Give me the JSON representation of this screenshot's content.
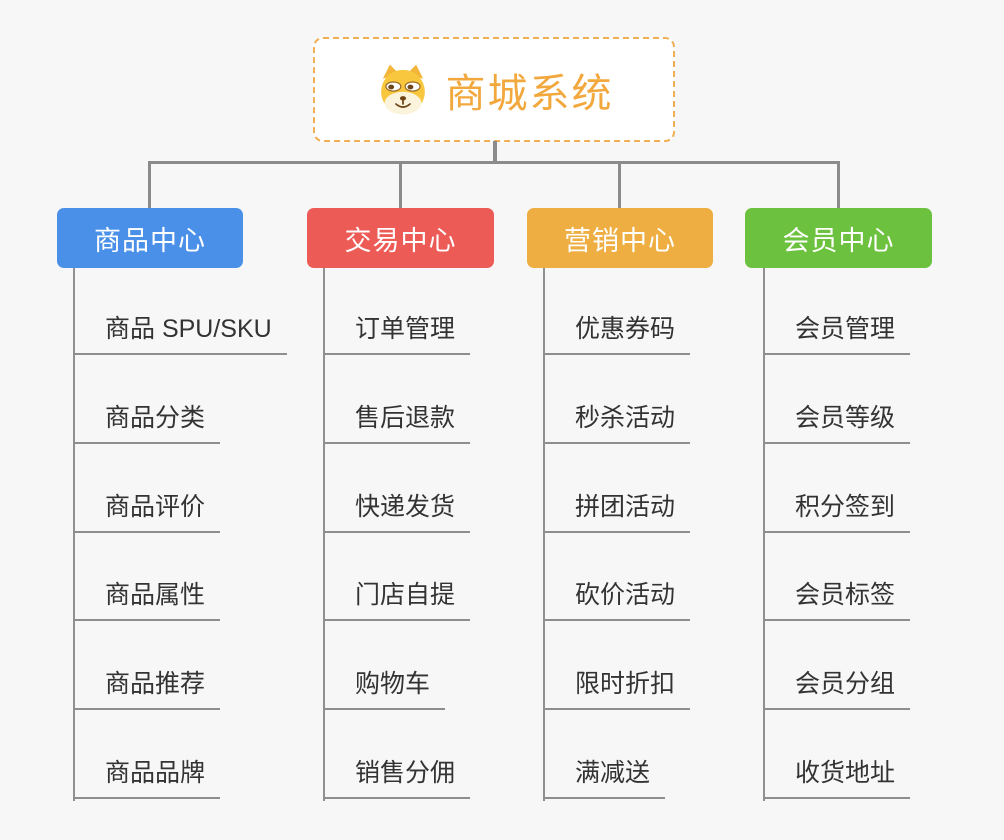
{
  "root": {
    "label": "商城系统",
    "icon": "dog-face-icon",
    "accent_color": "#F2A83C",
    "border_color": "#F0AE55"
  },
  "branches": [
    {
      "label": "商品中心",
      "color": "#4A90E8",
      "children": [
        "商品 SPU/SKU",
        "商品分类",
        "商品评价",
        "商品属性",
        "商品推荐",
        "商品品牌"
      ]
    },
    {
      "label": "交易中心",
      "color": "#EC5B56",
      "children": [
        "订单管理",
        "售后退款",
        "快递发货",
        "门店自提",
        "购物车",
        "销售分佣"
      ]
    },
    {
      "label": "营销中心",
      "color": "#EEAE41",
      "children": [
        "优惠券码",
        "秒杀活动",
        "拼团活动",
        "砍价活动",
        "限时折扣",
        "满减送"
      ]
    },
    {
      "label": "会员中心",
      "color": "#6CC13E",
      "children": [
        "会员管理",
        "会员等级",
        "积分签到",
        "会员标签",
        "会员分组",
        "收货地址"
      ]
    }
  ],
  "colors": {
    "background": "#F7F7F7",
    "line": "#8B8B8B",
    "child_text": "#333333"
  }
}
